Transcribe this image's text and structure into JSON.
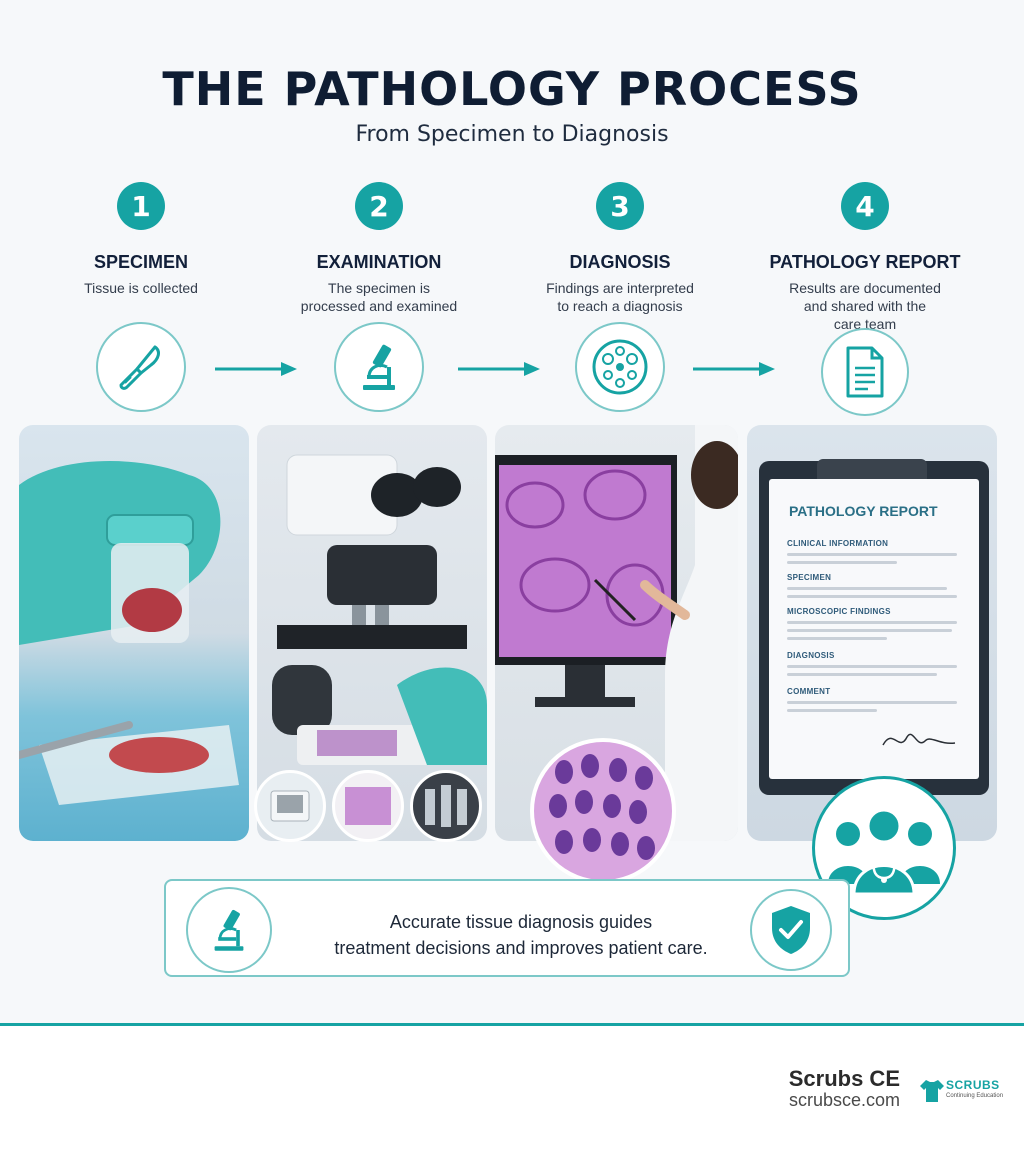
{
  "header": {
    "title": "THE PATHOLOGY PROCESS",
    "subtitle": "From Specimen to Diagnosis"
  },
  "steps": [
    {
      "number": "1",
      "title": "SPECIMEN",
      "description": "Tissue is collected",
      "icon": "scalpel-icon"
    },
    {
      "number": "2",
      "title": "EXAMINATION",
      "description": "The specimen is\nprocessed and examined",
      "icon": "microscope-icon"
    },
    {
      "number": "3",
      "title": "DIAGNOSIS",
      "description": "Findings are interpreted\nto reach a diagnosis",
      "icon": "cell-icon"
    },
    {
      "number": "4",
      "title": "PATHOLOGY REPORT",
      "description": "Results are documented\nand shared with the\ncare team",
      "icon": "document-icon"
    }
  ],
  "report": {
    "heading": "PATHOLOGY REPORT",
    "sections": [
      "CLINICAL INFORMATION",
      "SPECIMEN",
      "MICROSCOPIC FINDINGS",
      "DIAGNOSIS",
      "COMMENT"
    ]
  },
  "footer": {
    "message": "Accurate tissue diagnosis guides\ntreatment decisions and improves patient care.",
    "left_icon": "microscope-icon",
    "right_icon": "shield-check-icon"
  },
  "brand": {
    "name": "Scrubs CE",
    "url": "scrubsce.com",
    "logo_text": "SCRUBS",
    "logo_sub": "Continuing Education"
  },
  "colors": {
    "accent": "#16a3a3",
    "dark": "#0f1d33",
    "background": "#f6f8fa"
  }
}
